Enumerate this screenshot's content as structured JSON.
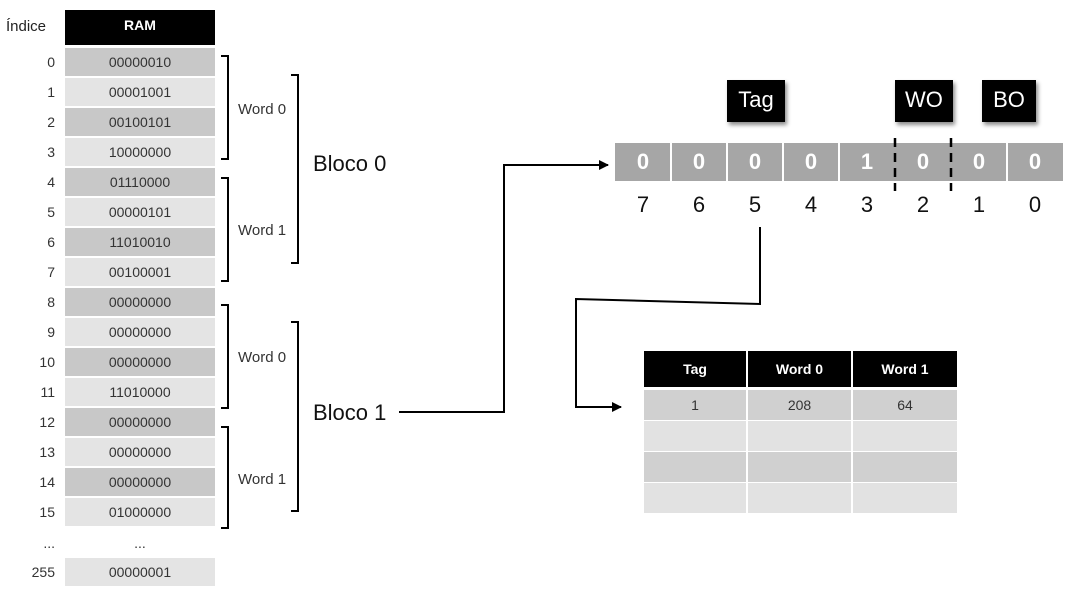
{
  "ram": {
    "index_header": "Índice",
    "title": "RAM",
    "rows": [
      {
        "index": "0",
        "value": "00000010"
      },
      {
        "index": "1",
        "value": "00001001"
      },
      {
        "index": "2",
        "value": "00100101"
      },
      {
        "index": "3",
        "value": "10000000"
      },
      {
        "index": "4",
        "value": "01110000"
      },
      {
        "index": "5",
        "value": "00000101"
      },
      {
        "index": "6",
        "value": "11010010"
      },
      {
        "index": "7",
        "value": "00100001"
      },
      {
        "index": "8",
        "value": "00000000"
      },
      {
        "index": "9",
        "value": "00000000"
      },
      {
        "index": "10",
        "value": "00000000"
      },
      {
        "index": "11",
        "value": "11010000"
      },
      {
        "index": "12",
        "value": "00000000"
      },
      {
        "index": "13",
        "value": "00000000"
      },
      {
        "index": "14",
        "value": "00000000"
      },
      {
        "index": "15",
        "value": "01000000"
      },
      {
        "index": "...",
        "value": "..."
      },
      {
        "index": "255",
        "value": "00000001"
      }
    ]
  },
  "words": [
    "Word 0",
    "Word 1",
    "Word 0",
    "Word 1"
  ],
  "blocks": [
    "Bloco 0",
    "Bloco 1"
  ],
  "address": {
    "labels": {
      "tag": "Tag",
      "wo": "WO",
      "bo": "BO"
    },
    "bits": [
      "0",
      "0",
      "0",
      "0",
      "1",
      "0",
      "0",
      "0"
    ],
    "positions": [
      "7",
      "6",
      "5",
      "4",
      "3",
      "2",
      "1",
      "0"
    ]
  },
  "cache": {
    "headers": [
      "Tag",
      "Word 0",
      "Word 1"
    ],
    "rows": [
      [
        "1",
        "208",
        "64"
      ],
      [
        "",
        "",
        ""
      ],
      [
        "",
        "",
        ""
      ],
      [
        "",
        "",
        ""
      ]
    ]
  }
}
